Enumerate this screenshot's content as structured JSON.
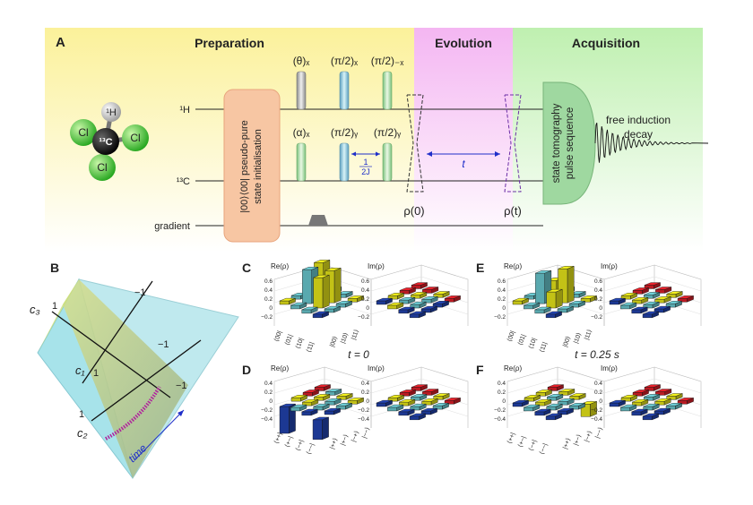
{
  "panelA": {
    "label": "A",
    "sections": {
      "preparation": "Preparation",
      "evolution": "Evolution",
      "acquisition": "Acquisition"
    },
    "lines": {
      "h": "¹H",
      "c": "¹³C",
      "gradient": "gradient"
    },
    "molecule": {
      "top": "¹H",
      "center": "¹³C",
      "cl": "Cl"
    },
    "prep_box": [
      "|00⟩⟨00| pseudo-pure",
      "state initialisation"
    ],
    "pulses_top": [
      "(θ)ₓ",
      "(π/2)ₓ",
      "(π/2)₋ₓ"
    ],
    "pulses_bottom": [
      "(α)ₓ",
      "(π/2)ᵧ",
      "(π/2)ᵧ"
    ],
    "delay_label": [
      "1",
      "2J"
    ],
    "evolution_time": "t",
    "rho0": "ρ(0)",
    "rhot": "ρ(t)",
    "tomography": [
      "state tomography",
      "pulse sequence"
    ],
    "fid": [
      "free induction",
      "decay"
    ],
    "colors": {
      "prep_bg": "#fbf5b0",
      "evol_bg": "#f7c8f5",
      "acq_bg": "#c9f1bd",
      "prep_box": "#f7c6a3",
      "tomo_box": "#9fd8a0"
    }
  },
  "panelB": {
    "label": "B",
    "axes": [
      "c₃",
      "c₁",
      "c₂"
    ],
    "ticks": [
      "1",
      "−1",
      "1",
      "−1",
      "1",
      "−1"
    ],
    "time_label": "time",
    "colors": {
      "face_left": "#a7e3ea",
      "face_front": "#b9d08a",
      "trajectory": "#b01f9c"
    }
  },
  "panelsCDEF": {
    "labels": [
      "C",
      "D",
      "E",
      "F"
    ],
    "re": "Re(ρ)",
    "im": "Im(ρ)",
    "caption_t0": "t = 0",
    "caption_t1": "t = 0.25 s",
    "ticks_06": [
      "0.6",
      "0.4",
      "0.2",
      "0",
      "−0.2"
    ],
    "ticks_04": [
      "0.4",
      "0.2",
      "0",
      "−0.2",
      "−0.4"
    ],
    "basis_z": [
      "⟨00|",
      "⟨01|",
      "⟨10|",
      "⟨11|"
    ],
    "basis_z_right": [
      "|00⟩",
      "|10⟩",
      "|11⟩"
    ],
    "basis_x": [
      "⟨++|",
      "⟨+−|",
      "⟨−+|",
      "⟨−−|"
    ],
    "basis_x_right": [
      "|++⟩",
      "|+−⟩",
      "|−+⟩",
      "|−−⟩"
    ],
    "colors": {
      "yellow": "#f4f21c",
      "cyan": "#6fd3db",
      "red": "#e8202a",
      "blue": "#2346b8"
    }
  }
}
